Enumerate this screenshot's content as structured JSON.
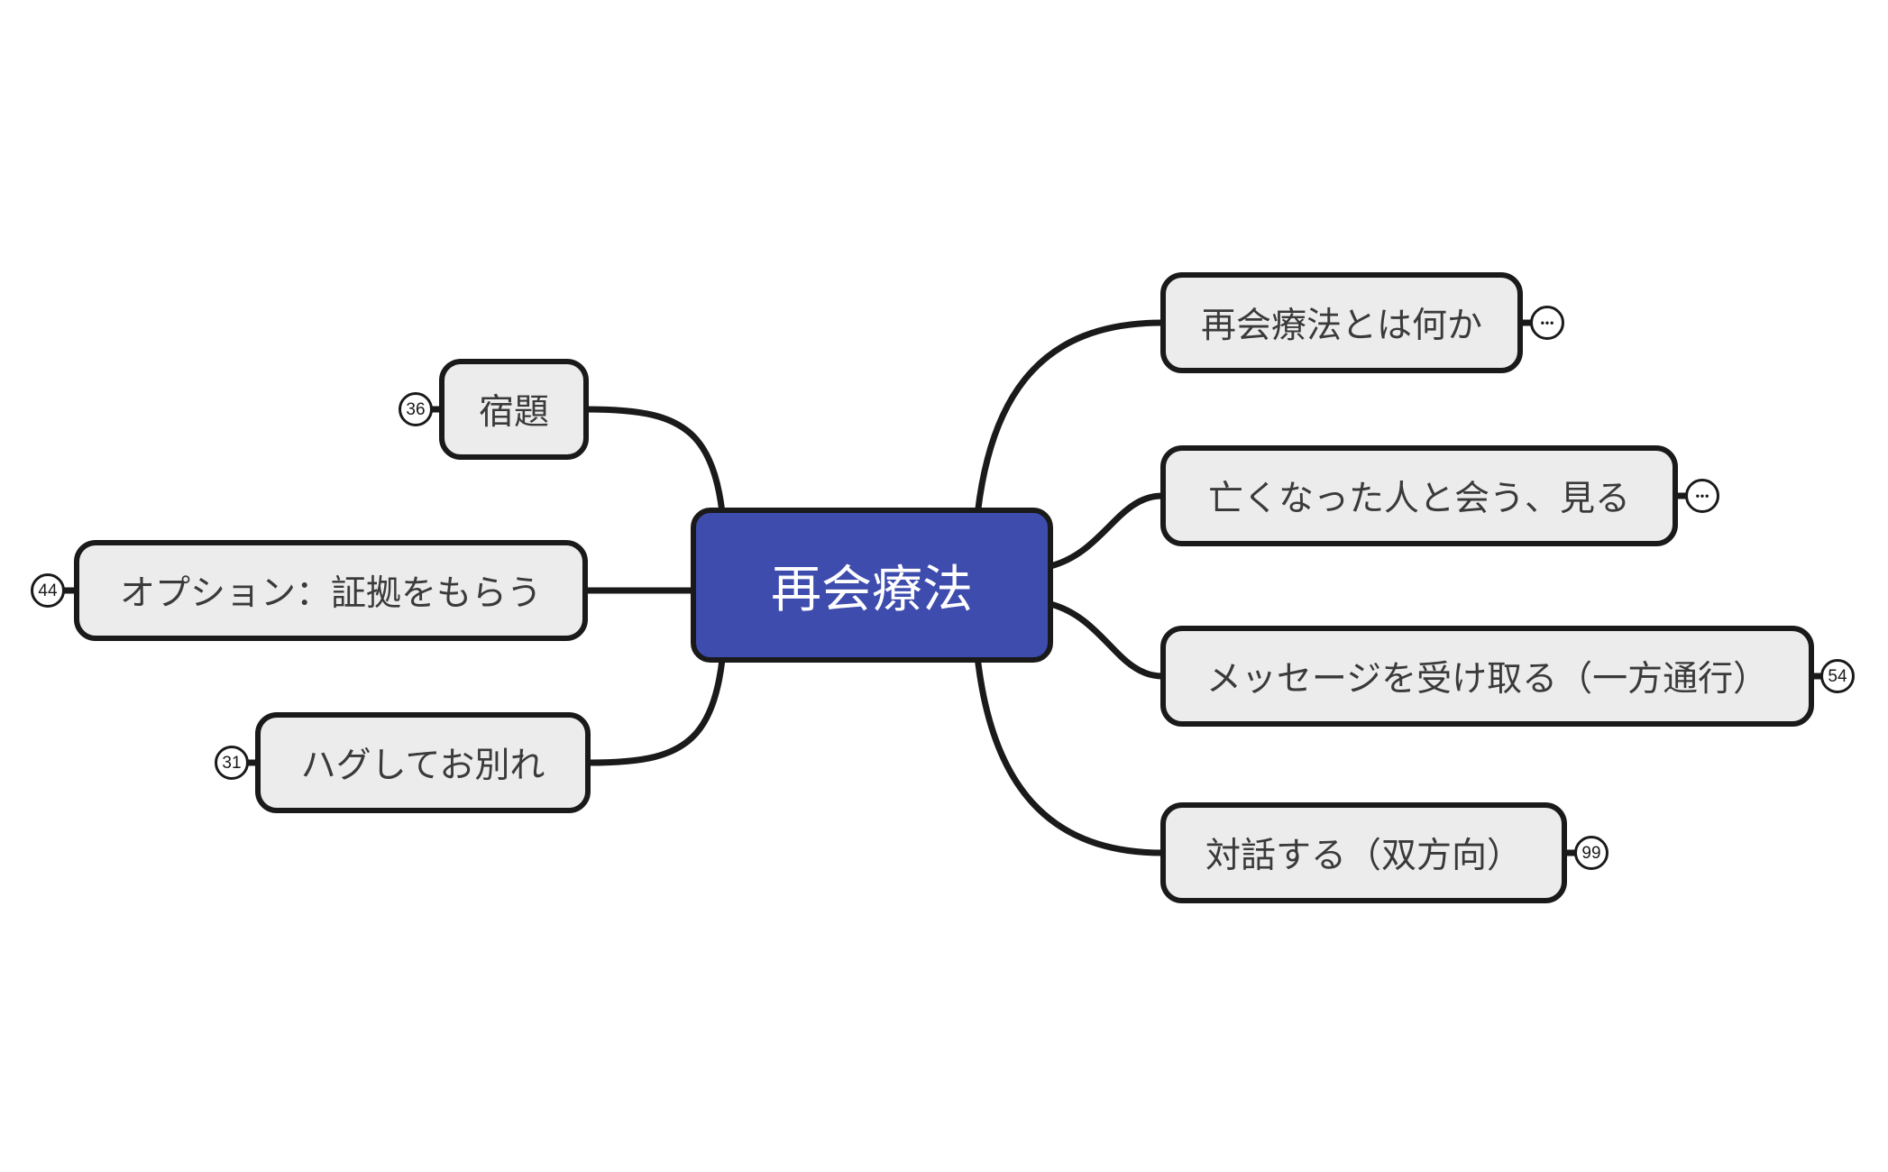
{
  "mindmap": {
    "root": {
      "label": "再会療法"
    },
    "branches": [
      {
        "id": "what-is-reunion-therapy",
        "label": "再会療法とは何か",
        "badge": "•••",
        "side": "right"
      },
      {
        "id": "meet-see-deceased",
        "label": "亡くなった人と会う、見る",
        "badge": "•••",
        "side": "right"
      },
      {
        "id": "receive-message-one-way",
        "label": "メッセージを受け取る（一方通行）",
        "badge": "54",
        "side": "right"
      },
      {
        "id": "dialogue-two-way",
        "label": "対話する（双方向）",
        "badge": "99",
        "side": "right"
      },
      {
        "id": "homework",
        "label": "宿題",
        "badge": "36",
        "side": "left"
      },
      {
        "id": "option-receive-evidence",
        "label": "オプション：証拠をもらう",
        "badge": "44",
        "side": "left"
      },
      {
        "id": "hug-and-farewell",
        "label": "ハグしてお別れ",
        "badge": "31",
        "side": "left"
      }
    ]
  },
  "colors": {
    "background": "#ffffff",
    "root_fill": "#3e4cae",
    "root_text": "#ffffff",
    "branch_fill": "#ececec",
    "branch_text": "#3a3a3a",
    "outline": "#1a1a1a"
  }
}
